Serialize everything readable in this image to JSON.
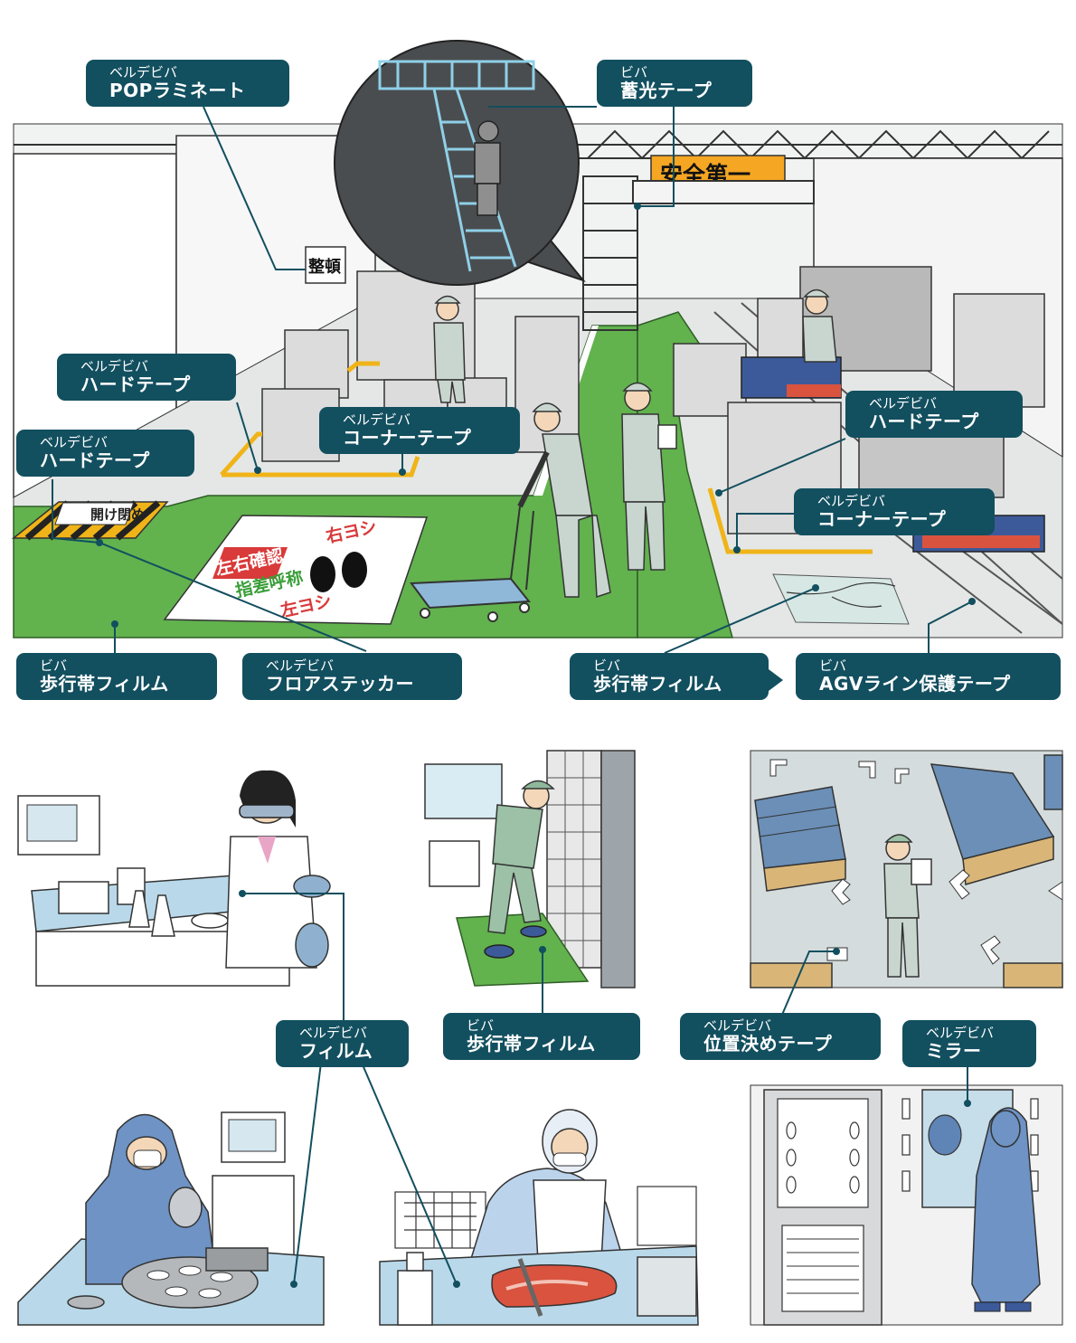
{
  "colors": {
    "label_bg": "#124f5f",
    "walkway_green": "#62b24e",
    "floor_gray": "#e4e7e6",
    "hazard_yellow": "#f0b419",
    "sign_orange": "#f5a623",
    "film_blue": "#b9d9ea",
    "worker_suit": "#c9d6cf",
    "cleanroom_suit": "#6e93c4"
  },
  "signs": {
    "safety_banner": "安全第一",
    "shelf_sign": "整頓",
    "floor_sticker_top": "左右確認",
    "floor_sticker_mid": "指差呼称",
    "floor_sticker_right": "右ヨシ",
    "floor_sticker_left": "左ヨシ",
    "hazard_sign": "開け閉め"
  },
  "labels": {
    "pop_laminate": {
      "brand": "ベルデビバ",
      "product": "POPラミネート"
    },
    "luminous_tape": {
      "brand": "ビバ",
      "product": "蓄光テープ"
    },
    "hard_tape_1": {
      "brand": "ベルデビバ",
      "product": "ハードテープ"
    },
    "corner_tape_1": {
      "brand": "ベルデビバ",
      "product": "コーナーテープ"
    },
    "hard_tape_2": {
      "brand": "ベルデビバ",
      "product": "ハードテープ"
    },
    "hard_tape_3": {
      "brand": "ベルデビバ",
      "product": "ハードテープ"
    },
    "corner_tape_2": {
      "brand": "ベルデビバ",
      "product": "コーナーテープ"
    },
    "walkway_film_1": {
      "brand": "ビバ",
      "product": "歩行帯フィルム"
    },
    "floor_sticker": {
      "brand": "ベルデビバ",
      "product": "フロアステッカー"
    },
    "walkway_film_2": {
      "brand": "ビバ",
      "product": "歩行帯フィルム"
    },
    "agv_tape": {
      "brand": "ビバ",
      "product": "AGVライン保護テープ"
    },
    "film": {
      "brand": "ベルデビバ",
      "product": "フィルム"
    },
    "walkway_film_3": {
      "brand": "ビバ",
      "product": "歩行帯フィルム"
    },
    "positioning_tape": {
      "brand": "ベルデビバ",
      "product": "位置決めテープ"
    },
    "mirror": {
      "brand": "ベルデビバ",
      "product": "ミラー"
    }
  }
}
